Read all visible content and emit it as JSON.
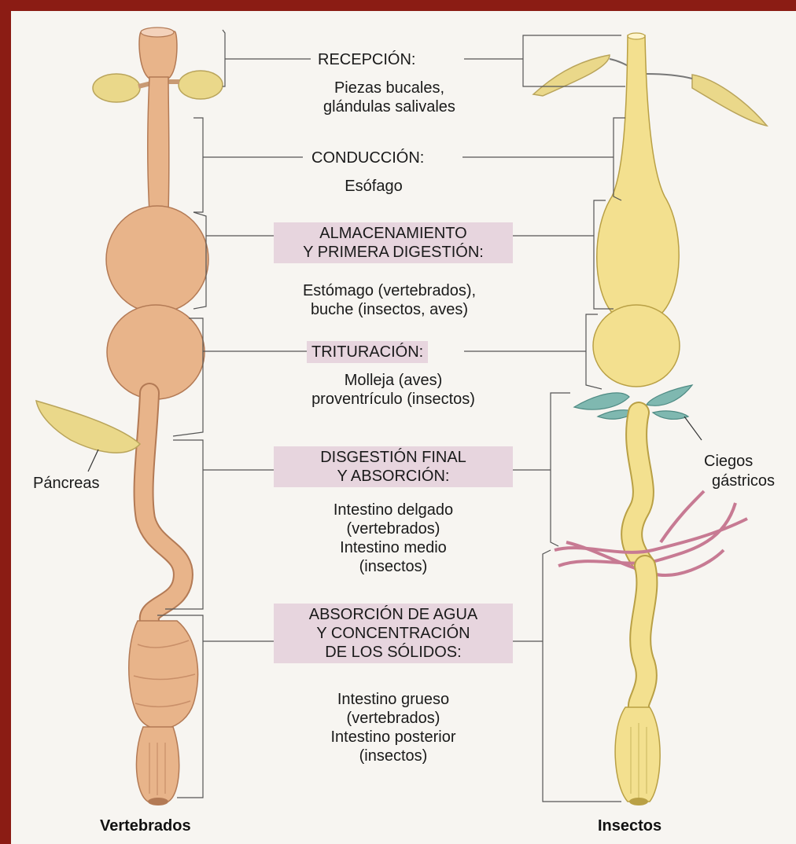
{
  "colors": {
    "frame": "#8b1c14",
    "page": "#f7f5f1",
    "vertebrate_tract": "#e8b48a",
    "insect_tract": "#f3e08f",
    "highlight": "#e7d5de",
    "gastric_caeca": "#7fb8b0",
    "malpighian_tubules": "#c77a93"
  },
  "sections": [
    {
      "heading": "RECEPCIÓN:",
      "detail": [
        "Piezas bucales,",
        "glándulas salivales"
      ]
    },
    {
      "heading": "CONDUCCIÓN:",
      "detail": [
        "Esófago"
      ]
    },
    {
      "heading": [
        "ALMACENAMIENTO",
        "Y PRIMERA DIGESTIÓN:"
      ],
      "detail": [
        "Estómago (vertebrados),",
        "buche (insectos, aves)"
      ]
    },
    {
      "heading": "TRITURACIÓN:",
      "detail": [
        "Molleja (aves)",
        "proventrículo (insectos)"
      ]
    },
    {
      "heading": [
        "DISGESTIÓN FINAL",
        "Y ABSORCIÓN:"
      ],
      "detail": [
        "Intestino delgado",
        "(vertebrados)",
        "Intestino medio",
        "(insectos)"
      ]
    },
    {
      "heading": [
        "ABSORCIÓN DE AGUA",
        "Y CONCENTRACIÓN",
        "DE LOS SÓLIDOS:"
      ],
      "detail": [
        "Intestino grueso",
        "(vertebrados)",
        "Intestino posterior",
        "(insectos)"
      ]
    }
  ],
  "side_labels": {
    "pancreas": "Páncreas",
    "caeca_1": "Ciegos",
    "caeca_2": "gástricos"
  },
  "footers": {
    "left": "Vertebrados",
    "right": "Insectos"
  }
}
